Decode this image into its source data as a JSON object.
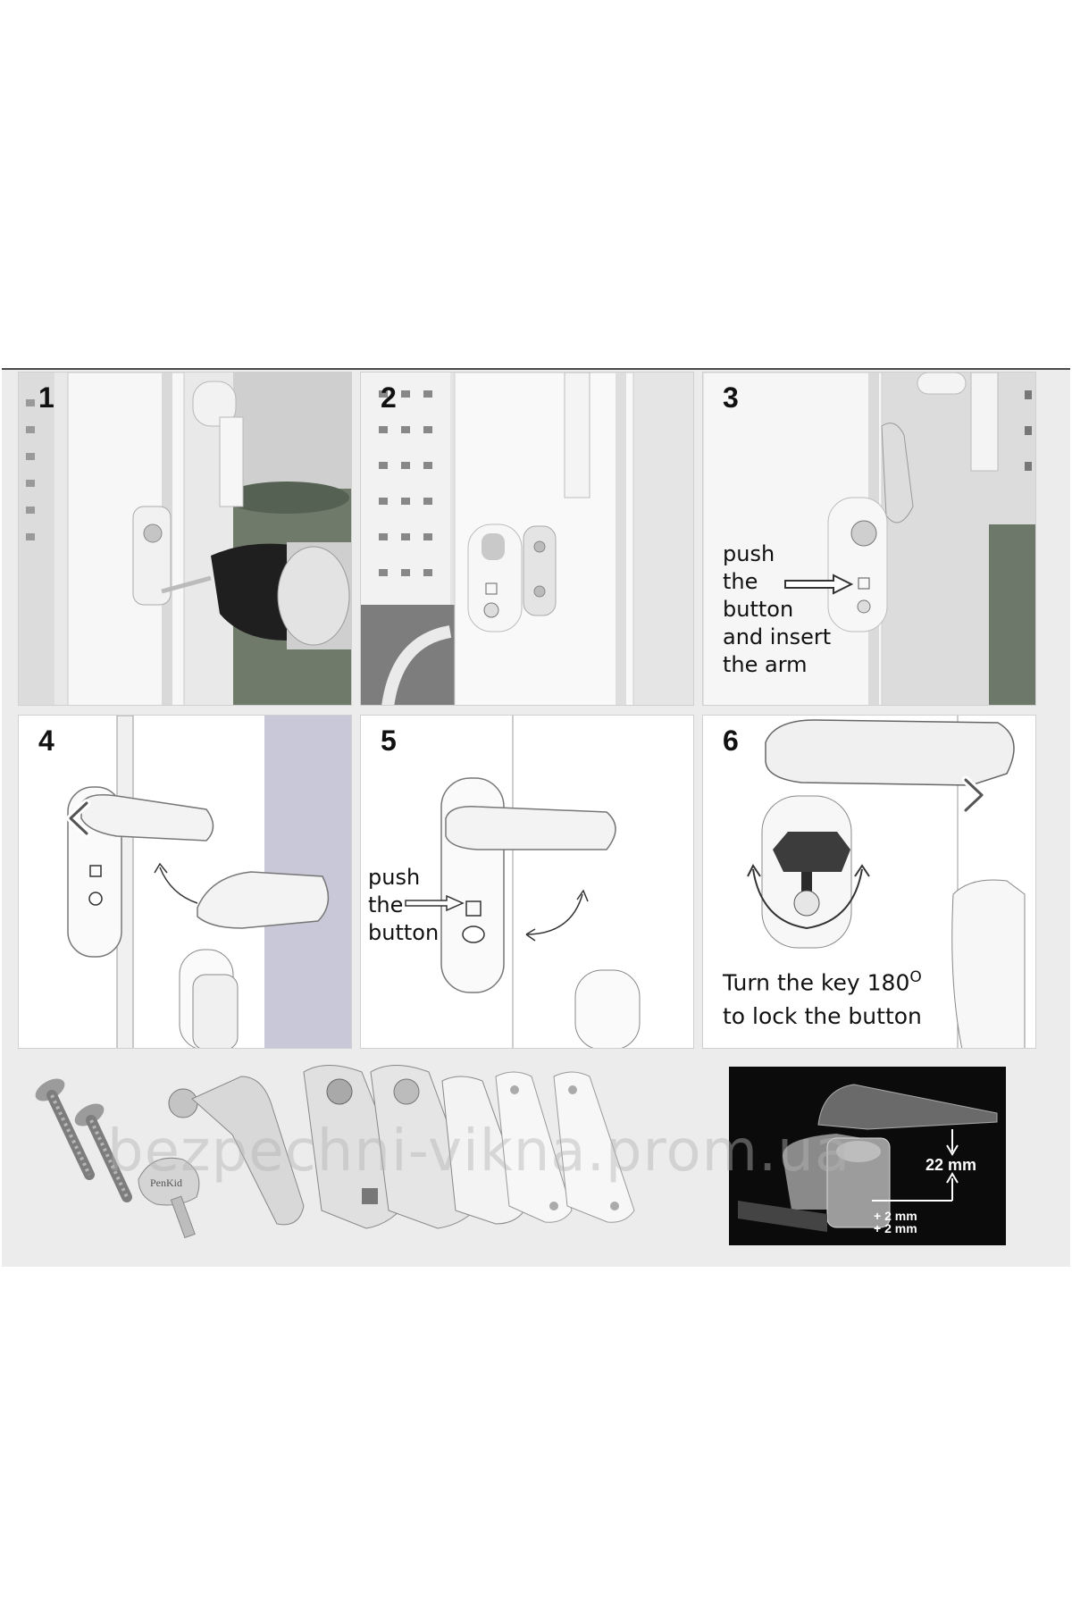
{
  "steps": [
    {
      "number": "1"
    },
    {
      "number": "2"
    },
    {
      "number": "3",
      "caption": [
        "push",
        "the",
        "button",
        "and insert",
        "the arm"
      ]
    },
    {
      "number": "4"
    },
    {
      "number": "5",
      "caption": [
        "push",
        "the",
        "button"
      ]
    },
    {
      "number": "6",
      "caption_line1": "Turn the key 180",
      "caption_degree": "O",
      "caption_line2": "to lock the button"
    }
  ],
  "parts": {
    "key_brand": "PenKid"
  },
  "dimensions": {
    "height_label": "22 mm",
    "offset_label_1": "+ 2 mm",
    "offset_label_2": "+ 2 mm"
  },
  "watermark": "bezpechni-vikna.prom.ua",
  "navigation": {
    "prev_icon": "chevron-left-icon",
    "next_icon": "chevron-right-icon"
  },
  "colors": {
    "panel_bg": "#f4f4f4",
    "frame_bg": "#ececec",
    "dark_panel": "#0b0b0b"
  }
}
